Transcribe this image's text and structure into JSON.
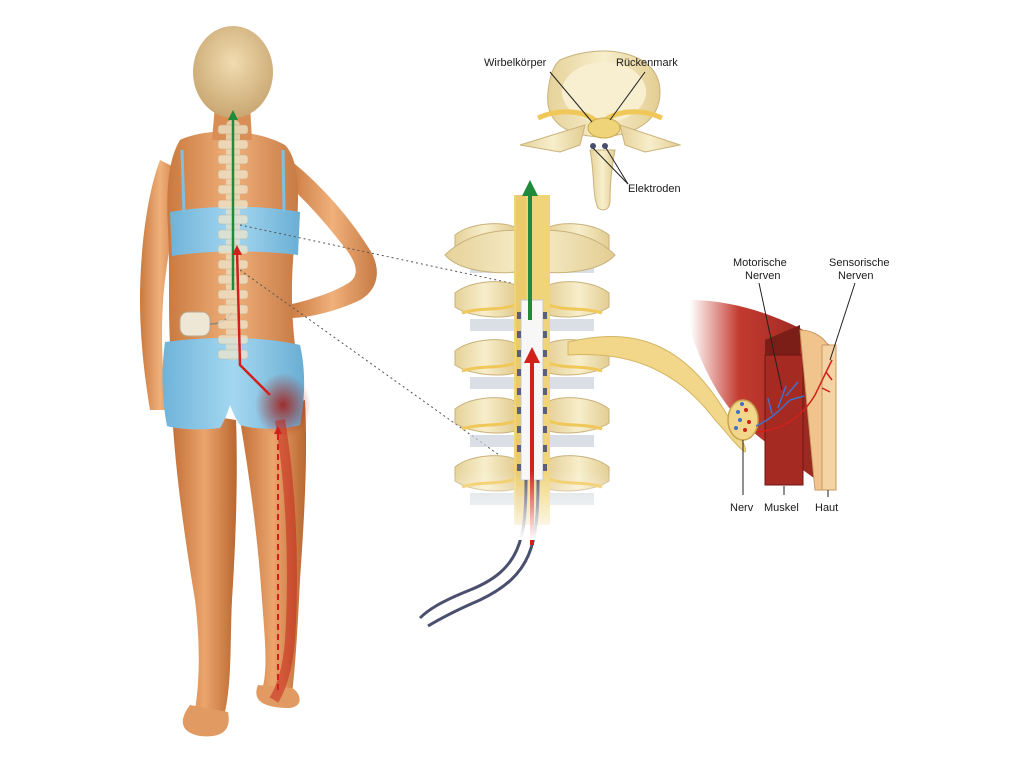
{
  "labels": {
    "wirbelkoerper": "Wirbelkörper",
    "rueckenmark": "Rückenmark",
    "elektroden": "Elektroden",
    "motorische_1": "Motorische",
    "motorische_2": "Nerven",
    "sensorische_1": "Sensorische",
    "sensorische_2": "Nerven",
    "nerv": "Nerv",
    "muskel": "Muskel",
    "haut": "Haut"
  },
  "colors": {
    "skin": "#e8a46a",
    "clothing": "#8cc8e8",
    "bone": "#f3e6b8",
    "spinal_cord": "#f0d47a",
    "muscle": "#9e2a22",
    "pain_signal": "#d0211b",
    "stimulation_signal": "#1f8a3a",
    "lead_wire": "#4a4f6e"
  },
  "icons": [
    "woman-figure-back-view",
    "spine-column",
    "vertebra-cross-section",
    "nerve-muscle-skin-section",
    "signal-arrow-up"
  ]
}
